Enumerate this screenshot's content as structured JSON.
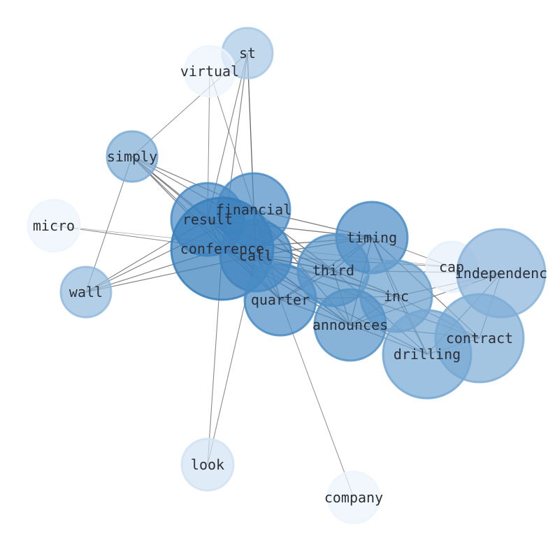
{
  "graph": {
    "nodes": [
      {
        "id": "st",
        "label": "st",
        "weight": 0.35
      },
      {
        "id": "virtual",
        "label": "virtual",
        "weight": 0.02
      },
      {
        "id": "simply",
        "label": "simply",
        "weight": 0.55
      },
      {
        "id": "micro",
        "label": "micro",
        "weight": 0.02
      },
      {
        "id": "wall",
        "label": "wall",
        "weight": 0.45
      },
      {
        "id": "result",
        "label": "result",
        "weight": 0.8
      },
      {
        "id": "financial",
        "label": "financial",
        "weight": 0.8
      },
      {
        "id": "conference",
        "label": "conference",
        "weight": 0.9
      },
      {
        "id": "call",
        "label": "call",
        "weight": 0.85
      },
      {
        "id": "quarter",
        "label": "quarter",
        "weight": 0.8
      },
      {
        "id": "timing",
        "label": "timing",
        "weight": 0.8
      },
      {
        "id": "third",
        "label": "third",
        "weight": 0.75
      },
      {
        "id": "inc",
        "label": "inc",
        "weight": 0.65
      },
      {
        "id": "announces",
        "label": "announces",
        "weight": 0.75
      },
      {
        "id": "cap",
        "label": "cap",
        "weight": 0.05
      },
      {
        "id": "independence",
        "label": "independenc",
        "weight": 0.5
      },
      {
        "id": "contract",
        "label": "contract",
        "weight": 0.55
      },
      {
        "id": "drilling",
        "label": "drilling",
        "weight": 0.6
      },
      {
        "id": "look",
        "label": "look",
        "weight": 0.15
      },
      {
        "id": "company",
        "label": "company",
        "weight": 0.02
      }
    ],
    "edges": [
      [
        "st",
        "result"
      ],
      [
        "st",
        "financial"
      ],
      [
        "st",
        "conference"
      ],
      [
        "st",
        "call"
      ],
      [
        "st",
        "simply"
      ],
      [
        "virtual",
        "financial"
      ],
      [
        "virtual",
        "result"
      ],
      [
        "simply",
        "result"
      ],
      [
        "simply",
        "financial"
      ],
      [
        "simply",
        "conference"
      ],
      [
        "simply",
        "call"
      ],
      [
        "simply",
        "quarter"
      ],
      [
        "simply",
        "third"
      ],
      [
        "simply",
        "wall"
      ],
      [
        "micro",
        "conference"
      ],
      [
        "micro",
        "cap"
      ],
      [
        "wall",
        "result"
      ],
      [
        "wall",
        "conference"
      ],
      [
        "wall",
        "financial"
      ],
      [
        "wall",
        "call"
      ],
      [
        "result",
        "financial"
      ],
      [
        "result",
        "conference"
      ],
      [
        "result",
        "call"
      ],
      [
        "result",
        "quarter"
      ],
      [
        "result",
        "third"
      ],
      [
        "result",
        "inc"
      ],
      [
        "result",
        "timing"
      ],
      [
        "result",
        "announces"
      ],
      [
        "financial",
        "timing"
      ],
      [
        "financial",
        "third"
      ],
      [
        "financial",
        "call"
      ],
      [
        "financial",
        "quarter"
      ],
      [
        "financial",
        "announces"
      ],
      [
        "conference",
        "call"
      ],
      [
        "conference",
        "quarter"
      ],
      [
        "conference",
        "third"
      ],
      [
        "conference",
        "timing"
      ],
      [
        "conference",
        "announces"
      ],
      [
        "conference",
        "inc"
      ],
      [
        "conference",
        "drilling"
      ],
      [
        "conference",
        "look"
      ],
      [
        "conference",
        "contract"
      ],
      [
        "call",
        "quarter"
      ],
      [
        "call",
        "third"
      ],
      [
        "call",
        "timing"
      ],
      [
        "call",
        "announces"
      ],
      [
        "call",
        "inc"
      ],
      [
        "call",
        "cap"
      ],
      [
        "call",
        "look"
      ],
      [
        "quarter",
        "third"
      ],
      [
        "quarter",
        "timing"
      ],
      [
        "quarter",
        "announces"
      ],
      [
        "quarter",
        "inc"
      ],
      [
        "quarter",
        "company"
      ],
      [
        "timing",
        "third"
      ],
      [
        "timing",
        "inc"
      ],
      [
        "timing",
        "announces"
      ],
      [
        "timing",
        "drilling"
      ],
      [
        "timing",
        "contract"
      ],
      [
        "timing",
        "cap"
      ],
      [
        "third",
        "inc"
      ],
      [
        "third",
        "announces"
      ],
      [
        "third",
        "independence"
      ],
      [
        "third",
        "drilling"
      ],
      [
        "inc",
        "announces"
      ],
      [
        "inc",
        "contract"
      ],
      [
        "inc",
        "drilling"
      ],
      [
        "inc",
        "independence"
      ],
      [
        "announces",
        "drilling"
      ],
      [
        "announces",
        "contract"
      ],
      [
        "announces",
        "independence"
      ],
      [
        "drilling",
        "contract"
      ],
      [
        "drilling",
        "independence"
      ],
      [
        "contract",
        "independence"
      ]
    ]
  }
}
